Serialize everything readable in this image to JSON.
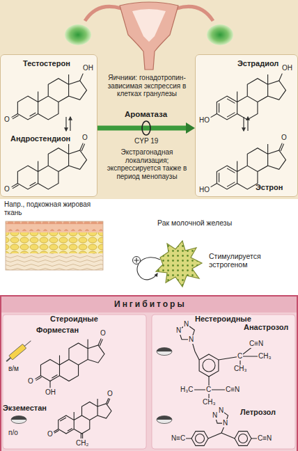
{
  "diagram": {
    "nodes": [
      {
        "text": [
          "Тестостерон",
          "Андростендион"
        ]
      },
      {
        "text": [
          "Эстрадиол",
          "Эстрон"
        ]
      },
      {
        "text": [
          "Ингибиторы"
        ]
      }
    ],
    "edges": [
      {
        "from": 0,
        "to": 1,
        "arrow": "to",
        "label": "Ароматаза"
      }
    ],
    "labels": [
      "OH",
      "O",
      "O",
      "O",
      "OH",
      "HO",
      "O",
      "HO",
      "Яичники: гонадотропин-зависимая экспрессия в клетках гранулезы",
      "CYP 19",
      "Экстрагонадная локализация; экспрессируется также в период менопаузы",
      "Напр., подкожная жировая ткань",
      "Рак молочной железы",
      "Стимулируется эстрогеном",
      "Стероидные",
      "Нестероидные",
      "Форместан",
      "в/м",
      "O",
      "O",
      "OH",
      "Экземестан",
      "п/о",
      "O",
      "O",
      "CH₂",
      "Анастрозол",
      "N",
      "N",
      "N",
      "C≡N",
      "C",
      "CH₃",
      "CH₃",
      "H₃C",
      "C",
      "C≡N",
      "CH₃",
      "Летрозол",
      "N",
      "N",
      "N",
      "N≡C",
      "C≡N"
    ]
  }
}
